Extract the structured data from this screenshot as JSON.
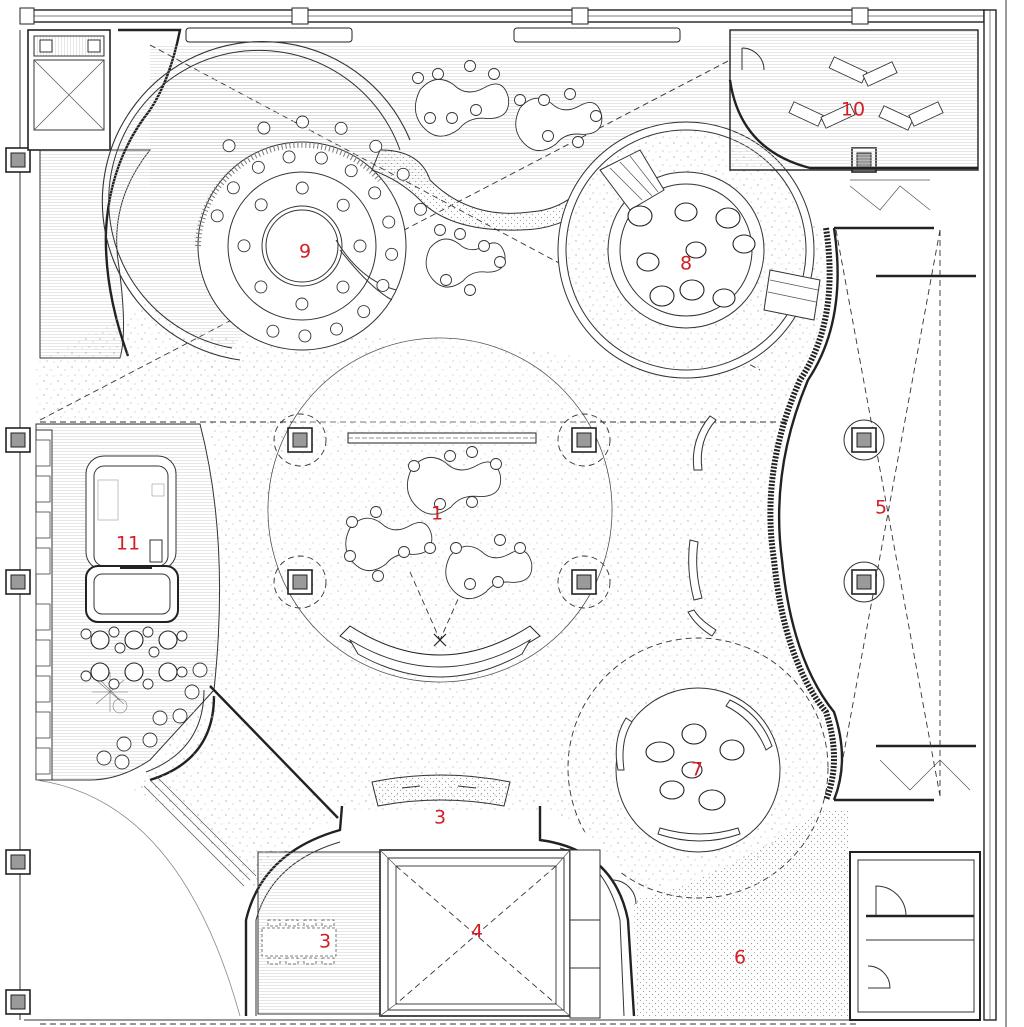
{
  "plan": {
    "room_labels": [
      "1",
      "3",
      "3",
      "4",
      "5",
      "6",
      "7",
      "8",
      "9",
      "10",
      "11"
    ],
    "label_color": "#d21e24"
  }
}
